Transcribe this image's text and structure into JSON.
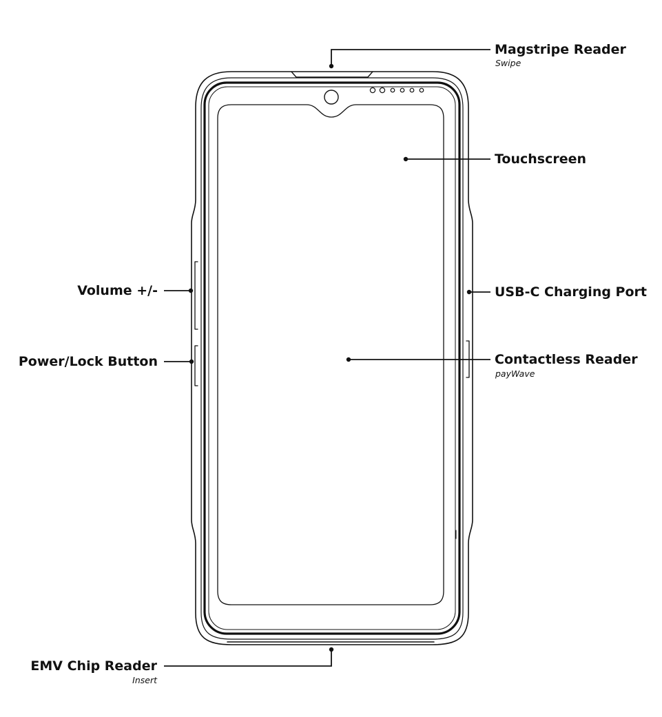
{
  "callouts": {
    "magstripe": {
      "label": "Magstripe Reader",
      "sub": "Swipe"
    },
    "touchscreen": {
      "label": "Touchscreen"
    },
    "volume": {
      "label": "Volume +/-"
    },
    "usb": {
      "label": "USB-C Charging Port"
    },
    "power": {
      "label": "Power/Lock Button"
    },
    "contactless": {
      "label": "Contactless Reader",
      "sub": "payWave"
    },
    "emv": {
      "label": "EMV Chip Reader",
      "sub": "Insert"
    }
  }
}
